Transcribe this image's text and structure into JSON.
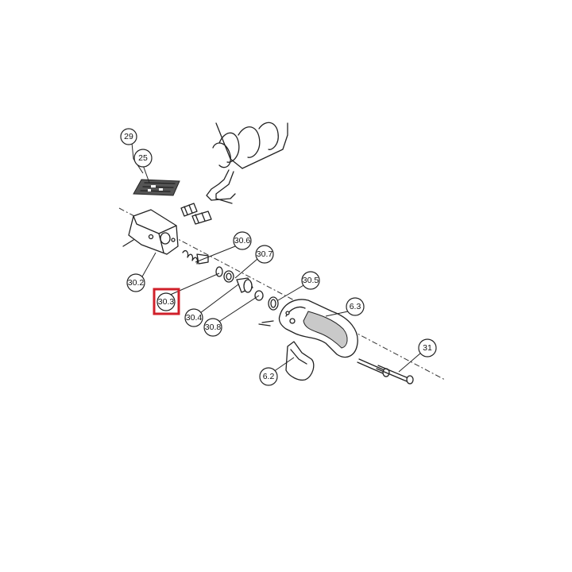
{
  "diagram": {
    "callouts": {
      "c29": "29",
      "c25": "25",
      "c30_6": "30.6",
      "c30_7": "30.7",
      "c30_5": "30.5",
      "c6_3": "6.3",
      "c30_2": "30.2",
      "c30_3": "30.3",
      "c30_4": "30.4",
      "c30_8": "30.8",
      "c31": "31",
      "c6_2": "6.2"
    },
    "highlighted_callout": "30.3",
    "colors": {
      "highlight": "#d0202a",
      "line": "#222222"
    }
  }
}
